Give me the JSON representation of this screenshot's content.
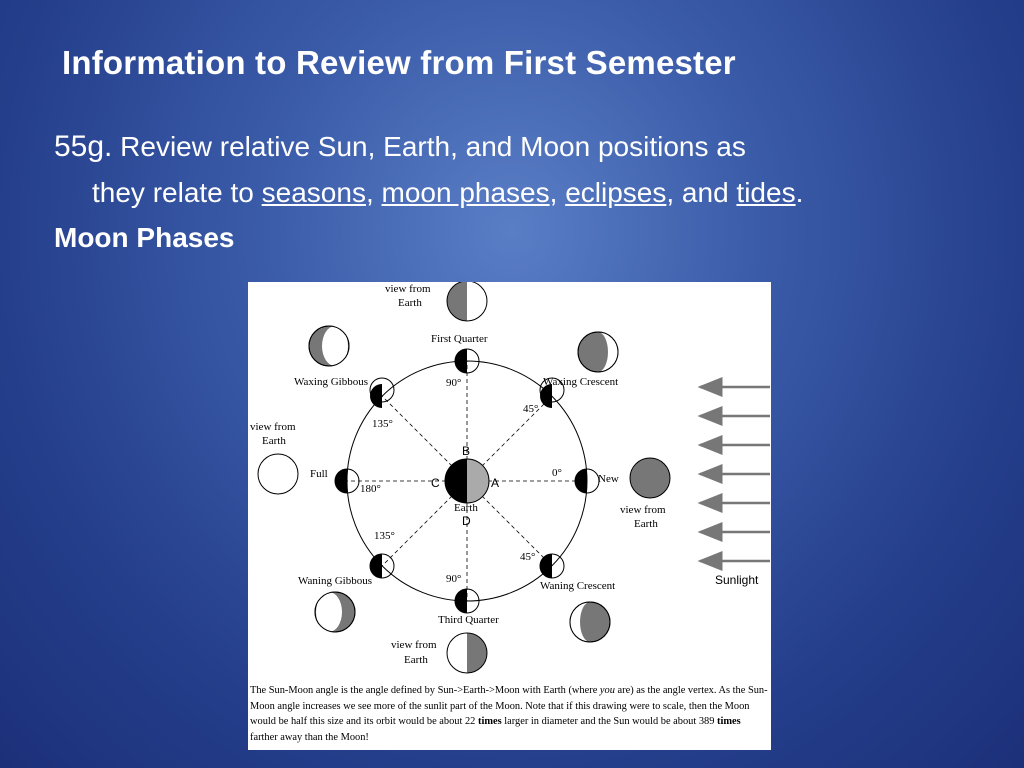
{
  "slide": {
    "title": "Information to Review from First Semester",
    "item_number": "55g.",
    "line1": "Review relative Sun, Earth, and Moon positions as",
    "line2_prefix": "they relate to",
    "topics": [
      "seasons",
      "moon phases",
      "eclipses",
      "tides"
    ],
    "sep_comma": ",",
    "sep_and": ", and",
    "end_period": ".",
    "subheading": "Moon Phases"
  },
  "diagram": {
    "phases": {
      "first_quarter": "First Quarter",
      "waxing_gibbous": "Waxing Gibbous",
      "waxing_crescent": "Waxing Crescent",
      "full": "Full",
      "new": "New",
      "waning_gibbous": "Waning Gibbous",
      "waning_crescent": "Waning Crescent",
      "third_quarter": "Third Quarter"
    },
    "view_from": "view from",
    "earth_word": "Earth",
    "angles": {
      "a90_top": "90°",
      "a45_top": "45°",
      "a135_top": "135°",
      "a180": "180°",
      "a0": "0°",
      "a135_bottom": "135°",
      "a45_bottom": "45°",
      "a90_bottom": "90°"
    },
    "letters": {
      "a": "A",
      "b": "B",
      "c": "C",
      "d": "D"
    },
    "earth_label": "Earth",
    "sunlight": "Sunlight",
    "caption": {
      "part1": "The Sun-Moon angle is the angle defined by Sun->Earth->Moon with Earth (where ",
      "you_word": "you",
      "part2": " are) as the angle vertex. As the Sun-Moon angle increases we see more of the sunlit part of the Moon. Note that if this drawing were to scale, then the Moon would be half this size and its orbit would be about 22 ",
      "times1": "times",
      "part3": " larger in diameter and the Sun would be about 389 ",
      "times2": "times",
      "part4": " farther away than the Moon!"
    }
  }
}
